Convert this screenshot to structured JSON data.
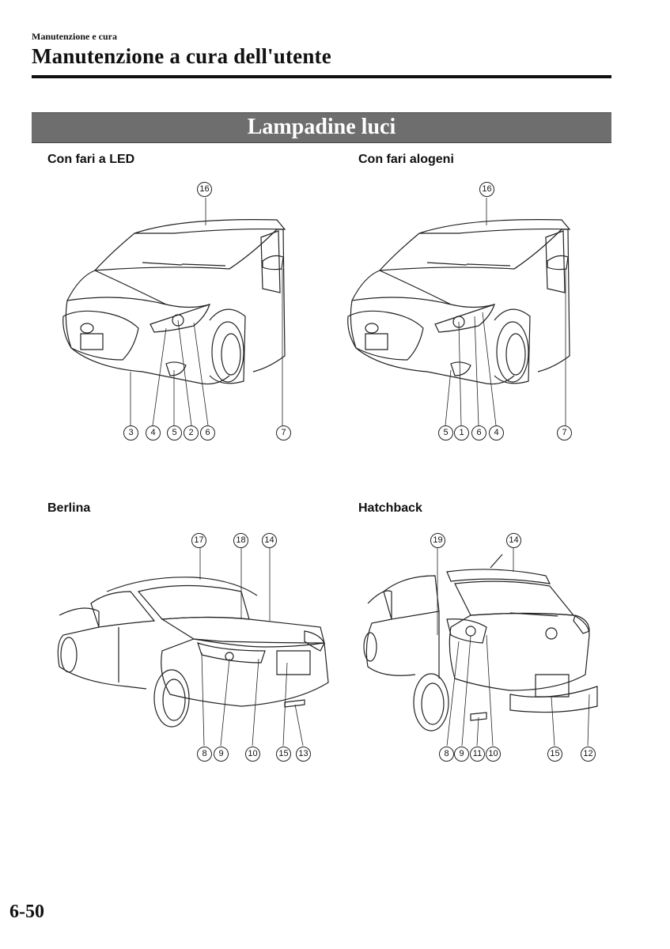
{
  "header": {
    "breadcrumb": "Manutenzione e cura",
    "title": "Manutenzione a cura dell'utente"
  },
  "section": {
    "title": "Lampadine luci"
  },
  "figures": {
    "led": {
      "label": "Con fari a LED",
      "top_callout": "16",
      "bottom_callouts": [
        "3",
        "4",
        "5",
        "2",
        "6",
        "7"
      ]
    },
    "halogen": {
      "label": "Con fari alogeni",
      "top_callout": "16",
      "bottom_callouts": [
        "5",
        "1",
        "6",
        "4",
        "7"
      ]
    },
    "sedan": {
      "label": "Berlina",
      "top_callouts": [
        "17",
        "18",
        "14"
      ],
      "bottom_callouts": [
        "8",
        "9",
        "10",
        "15",
        "13"
      ]
    },
    "hatchback": {
      "label": "Hatchback",
      "top_callouts": [
        "19",
        "14"
      ],
      "bottom_callouts": [
        "8",
        "9",
        "11",
        "10",
        "15",
        "12"
      ]
    }
  },
  "footer": {
    "page_number": "6-50"
  }
}
